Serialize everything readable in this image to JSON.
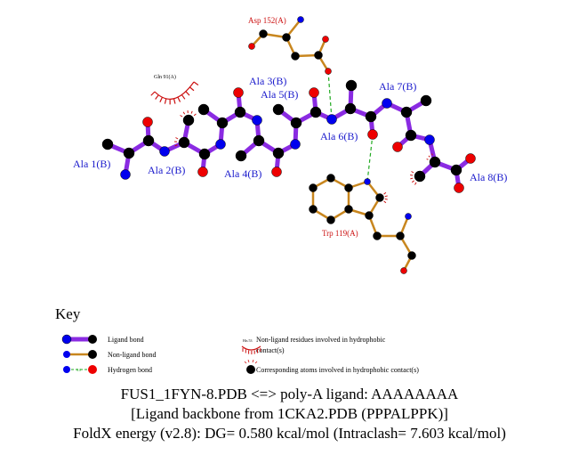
{
  "residue_labels": {
    "ligand": [
      "Ala 1(B)",
      "Ala 2(B)",
      "Ala 3(B)",
      "Ala 4(B)",
      "Ala 5(B)",
      "Ala 6(B)",
      "Ala 7(B)",
      "Ala 8(B)"
    ],
    "asp": "Asp 152(A)",
    "trp": "Trp 119(A)",
    "gln": "Gln 91(A)"
  },
  "key": {
    "title": "Key",
    "ligand_bond": "Ligand bond",
    "nonligand_bond": "Non-ligand bond",
    "hydrogen_bond": "Hydrogen bond",
    "hbond_length": "3.0",
    "hydrophobic_example": "His 53",
    "hydrophobic_residues": "Non-ligand residues involved in hydrophobic",
    "hydrophobic_residues_2": "contact(s)",
    "hydrophobic_atoms": "Corresponding atoms involved in hydrophobic contact(s)"
  },
  "caption": {
    "line1": "FUS1_1FYN-8.PDB <=> poly-A ligand: AAAAAAAA",
    "line2": "[Ligand backbone from 1CKA2.PDB (PPPALPPK)]",
    "line3": "FoldX energy (v2.8): DG= 0.580 kcal/mol (Intraclash= 7.603 kcal/mol)"
  },
  "colors": {
    "ligand_bond": "#8a2be2",
    "nonligand_bond": "#c8861e",
    "carbon": "#000000",
    "nitrogen": "#0000ee",
    "oxygen": "#ee0000",
    "hbond": "#22aa22",
    "label_ligand": "#1a1acc",
    "label_res": "#cc1111",
    "hydrophobic": "#cc1111"
  }
}
